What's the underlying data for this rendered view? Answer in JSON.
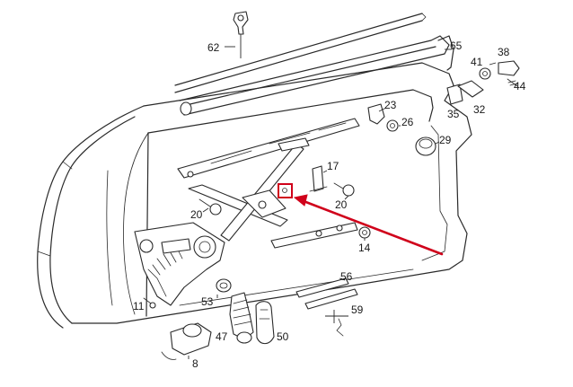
{
  "diagram": {
    "callouts": [
      {
        "id": "c62",
        "label": "62"
      },
      {
        "id": "c65",
        "label": "65"
      },
      {
        "id": "c38",
        "label": "38"
      },
      {
        "id": "c41",
        "label": "41"
      },
      {
        "id": "c44",
        "label": "44"
      },
      {
        "id": "c35",
        "label": "35"
      },
      {
        "id": "c32",
        "label": "32"
      },
      {
        "id": "c23",
        "label": "23"
      },
      {
        "id": "c26",
        "label": "26"
      },
      {
        "id": "c29",
        "label": "29"
      },
      {
        "id": "c17",
        "label": "17"
      },
      {
        "id": "c20a",
        "label": "20"
      },
      {
        "id": "c20b",
        "label": "20"
      },
      {
        "id": "c14",
        "label": "14"
      },
      {
        "id": "c53",
        "label": "53"
      },
      {
        "id": "c56",
        "label": "56"
      },
      {
        "id": "c59",
        "label": "59"
      },
      {
        "id": "c11",
        "label": "11"
      },
      {
        "id": "c47",
        "label": "47"
      },
      {
        "id": "c50",
        "label": "50"
      },
      {
        "id": "c8",
        "label": "8"
      }
    ],
    "highlight_color": "#d0021b",
    "line_color": "#2a2a2a"
  }
}
